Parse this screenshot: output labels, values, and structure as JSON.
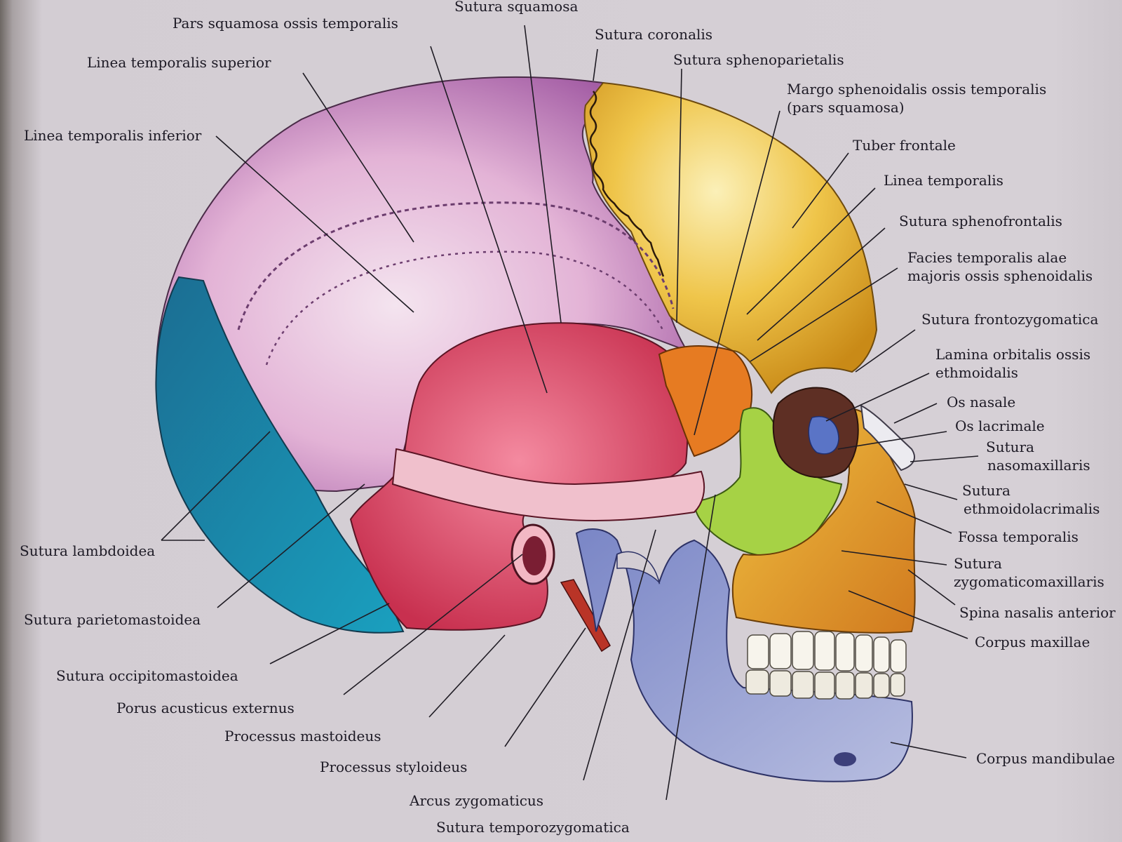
{
  "labels": {
    "sutura_squamosa": "Sutura squamosa",
    "pars_squamosa_ossis_temporalis": "Pars squamosa ossis temporalis",
    "sutura_coronalis": "Sutura coronalis",
    "linea_temporalis_superior": "Linea temporalis superior",
    "sutura_sphenoparietalis": "Sutura sphenoparietalis",
    "margo_sphenoidalis_line1": "Margo sphenoidalis ossis temporalis",
    "margo_sphenoidalis_line2": "(pars squamosa)",
    "linea_temporalis_inferior": "Linea temporalis inferior",
    "tuber_frontale": "Tuber frontale",
    "linea_temporalis": "Linea temporalis",
    "sutura_sphenofrontalis": "Sutura sphenofrontalis",
    "facies_temporalis_line1": "Facies temporalis alae",
    "facies_temporalis_line2": "majoris ossis sphenoidalis",
    "sutura_frontozygomatica": "Sutura frontozygomatica",
    "lamina_orbitalis_line1": "Lamina orbitalis ossis",
    "lamina_orbitalis_line2": "ethmoidalis",
    "os_nasale": "Os nasale",
    "os_lacrimale": "Os lacrimale",
    "sutura_nasomaxillaris_line1": "Sutura",
    "sutura_nasomaxillaris_line2": "nasomaxillaris",
    "sutura_ethmoidolacrimalis_line1": "Sutura",
    "sutura_ethmoidolacrimalis_line2": "ethmoidolacrimalis",
    "fossa_temporalis": "Fossa temporalis",
    "sutura_zygomaticomaxillaris_line1": "Sutura",
    "sutura_zygomaticomaxillaris_line2": "zygomaticomaxillaris",
    "spina_nasalis_anterior": "Spina nasalis anterior",
    "corpus_maxillae": "Corpus maxillae",
    "corpus_mandibulae": "Corpus mandibulae",
    "sutura_lambdoidea": "Sutura lambdoidea",
    "sutura_parietomastoidea": "Sutura parietomastoidea",
    "sutura_occipitomastoidea": "Sutura occipitomastoidea",
    "porus_acusticus_externus": "Porus acusticus externus",
    "processus_mastoideus": "Processus mastoideus",
    "processus_styloideus": "Processus styloideus",
    "arcus_zygomaticus": "Arcus zygomaticus",
    "sutura_temporozygomatica": "Sutura temporozygomatica"
  },
  "bone_colors": {
    "parietal": "#c98bc4",
    "occipital": "#1f86a6",
    "temporal": "#de5a77",
    "frontal": "#e8c24a",
    "sphenoid": "#e47a26",
    "zygomatic": "#9fd04a",
    "maxilla": "#e0a12e",
    "mandible": "#8f98cf",
    "nasal": "#e7e5ea",
    "lacrimal": "#5a74c6"
  }
}
